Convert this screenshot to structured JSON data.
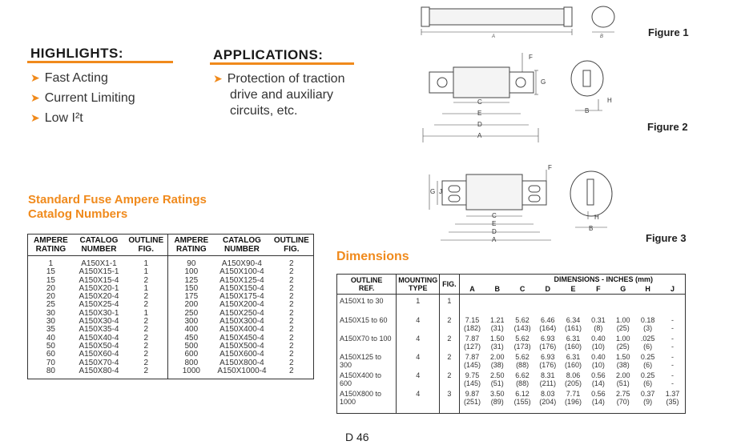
{
  "highlights": {
    "title": "HIGHLIGHTS:",
    "items": [
      "Fast Acting",
      "Current Limiting",
      "Low I²t"
    ]
  },
  "applications": {
    "title": "APPLICATIONS:",
    "items": [
      "Protection of traction",
      "drive and auxiliary",
      "circuits, etc."
    ]
  },
  "ratings": {
    "title_line1": "Standard Fuse Ampere Ratings",
    "title_line2": "Catalog Numbers",
    "headers": [
      "AMPERE RATING",
      "CATALOG NUMBER",
      "OUTLINE FIG.",
      "AMPERE RATING",
      "CATALOG NUMBER",
      "OUTLINE FIG."
    ],
    "rows": [
      [
        "1",
        "A150X1-1",
        "1",
        "90",
        "A150X90-4",
        "2"
      ],
      [
        "15",
        "A150X15-1",
        "1",
        "100",
        "A150X100-4",
        "2"
      ],
      [
        "15",
        "A150X15-4",
        "2",
        "125",
        "A150X125-4",
        "2"
      ],
      [
        "20",
        "A150X20-1",
        "1",
        "150",
        "A150X150-4",
        "2"
      ],
      [
        "20",
        "A150X20-4",
        "2",
        "175",
        "A150X175-4",
        "2"
      ],
      [
        "25",
        "A150X25-4",
        "2",
        "200",
        "A150X200-4",
        "2"
      ],
      [
        "30",
        "A150X30-1",
        "1",
        "250",
        "A150X250-4",
        "2"
      ],
      [
        "30",
        "A150X30-4",
        "2",
        "300",
        "A150X300-4",
        "2"
      ],
      [
        "35",
        "A150X35-4",
        "2",
        "400",
        "A150X400-4",
        "2"
      ],
      [
        "40",
        "A150X40-4",
        "2",
        "450",
        "A150X450-4",
        "2"
      ],
      [
        "50",
        "A150X50-4",
        "2",
        "500",
        "A150X500-4",
        "2"
      ],
      [
        "60",
        "A150X60-4",
        "2",
        "600",
        "A150X600-4",
        "2"
      ],
      [
        "70",
        "A150X70-4",
        "2",
        "800",
        "A150X800-4",
        "2"
      ],
      [
        "80",
        "A150X80-4",
        "2",
        "1000",
        "A150X1000-4",
        "2"
      ]
    ]
  },
  "dimensions": {
    "title": "Dimensions",
    "h_outline": "OUTLINE",
    "h_ref": "REF.",
    "h_mounting": "MOUNTING",
    "h_type": "TYPE",
    "h_fig": "FIG.",
    "h_group": "DIMENSIONS - INCHES  (mm)",
    "cols": [
      "A",
      "B",
      "C",
      "D",
      "E",
      "F",
      "G",
      "H",
      "J"
    ],
    "rows": [
      {
        "ref": "A150X1 to 30",
        "type": "1",
        "fig": "1",
        "in": [
          "",
          "",
          "",
          "",
          "",
          "",
          "",
          "",
          ""
        ],
        "mm": [
          "",
          "",
          "",
          "",
          "",
          "",
          "",
          "",
          ""
        ]
      },
      {
        "ref": "A150X15 to 60",
        "type": "4",
        "fig": "2",
        "in": [
          "7.15",
          "1.21",
          "5.62",
          "6.46",
          "6.34",
          "0.31",
          "1.00",
          "0.18",
          "-"
        ],
        "mm": [
          "(182)",
          "(31)",
          "(143)",
          "(164)",
          "(161)",
          "(8)",
          "(25)",
          "(3)",
          "-"
        ]
      },
      {
        "ref": "A150X70 to 100",
        "type": "4",
        "fig": "2",
        "in": [
          "7.87",
          "1.50",
          "5.62",
          "6.93",
          "6.31",
          "0.40",
          "1.00",
          ".025",
          "-"
        ],
        "mm": [
          "(127)",
          "(31)",
          "(173)",
          "(176)",
          "(160)",
          "(10)",
          "(25)",
          "(6)",
          "-"
        ]
      },
      {
        "ref": "A150X125 to 300",
        "type": "4",
        "fig": "2",
        "in": [
          "7.87",
          "2.00",
          "5.62",
          "6.93",
          "6.31",
          "0.40",
          "1.50",
          "0.25",
          "-"
        ],
        "mm": [
          "(145)",
          "(38)",
          "(88)",
          "(176)",
          "(160)",
          "(10)",
          "(38)",
          "(6)",
          "-"
        ]
      },
      {
        "ref": "A150X400 to 600",
        "type": "4",
        "fig": "2",
        "in": [
          "9.75",
          "2.50",
          "6.62",
          "8.31",
          "8.06",
          "0.56",
          "2.00",
          "0.25",
          "-"
        ],
        "mm": [
          "(145)",
          "(51)",
          "(88)",
          "(211)",
          "(205)",
          "(14)",
          "(51)",
          "(6)",
          "-"
        ]
      },
      {
        "ref": "A150X800 to 1000",
        "type": "4",
        "fig": "3",
        "in": [
          "9.87",
          "3.50",
          "6.12",
          "8.03",
          "7.71",
          "0.56",
          "2.75",
          "0.37",
          "1.37"
        ],
        "mm": [
          "(251)",
          "(89)",
          "(155)",
          "(204)",
          "(196)",
          "(14)",
          "(70)",
          "(9)",
          "(35)"
        ]
      }
    ]
  },
  "figures": {
    "fig1": "Figure 1",
    "fig2": "Figure 2",
    "fig3": "Figure 3",
    "fig1_dim_a": "A",
    "fig1_dim_b": "B",
    "labels2": [
      "F",
      "G",
      "C",
      "E",
      "D",
      "A",
      "H",
      "B"
    ],
    "labels3": [
      "F",
      "G",
      "J",
      "C",
      "E",
      "D",
      "A",
      "H",
      "B"
    ]
  },
  "page_number": "D 46"
}
